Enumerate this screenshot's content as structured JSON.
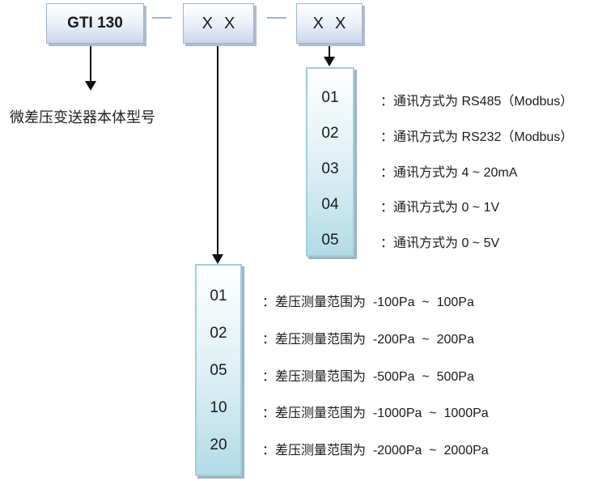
{
  "header": {
    "model_box": "GTI 130",
    "range_box": "XX",
    "output_box": "XX"
  },
  "model_label": "微差压变送器本体型号",
  "output_options": [
    {
      "code": "01",
      "desc": "：通讯方式为 RS485（Modbus）"
    },
    {
      "code": "02",
      "desc": "：通讯方式为 RS232（Modbus）"
    },
    {
      "code": "03",
      "desc": "：通讯方式为 4 ~ 20mA"
    },
    {
      "code": "04",
      "desc": "：通讯方式为 0 ~ 1V"
    },
    {
      "code": "05",
      "desc": "：通讯方式为 0 ~ 5V"
    }
  ],
  "range_options": [
    {
      "code": "01",
      "desc": "：差压测量范围为  -100Pa  ~  100Pa"
    },
    {
      "code": "02",
      "desc": "：差压测量范围为  -200Pa  ~  200Pa"
    },
    {
      "code": "05",
      "desc": "：差压测量范围为  -500Pa  ~  500Pa"
    },
    {
      "code": "10",
      "desc": "：差压测量范围为  -1000Pa  ~  1000Pa"
    },
    {
      "code": "20",
      "desc": "：差压测量范围为  -2000Pa  ~  2000Pa"
    }
  ]
}
